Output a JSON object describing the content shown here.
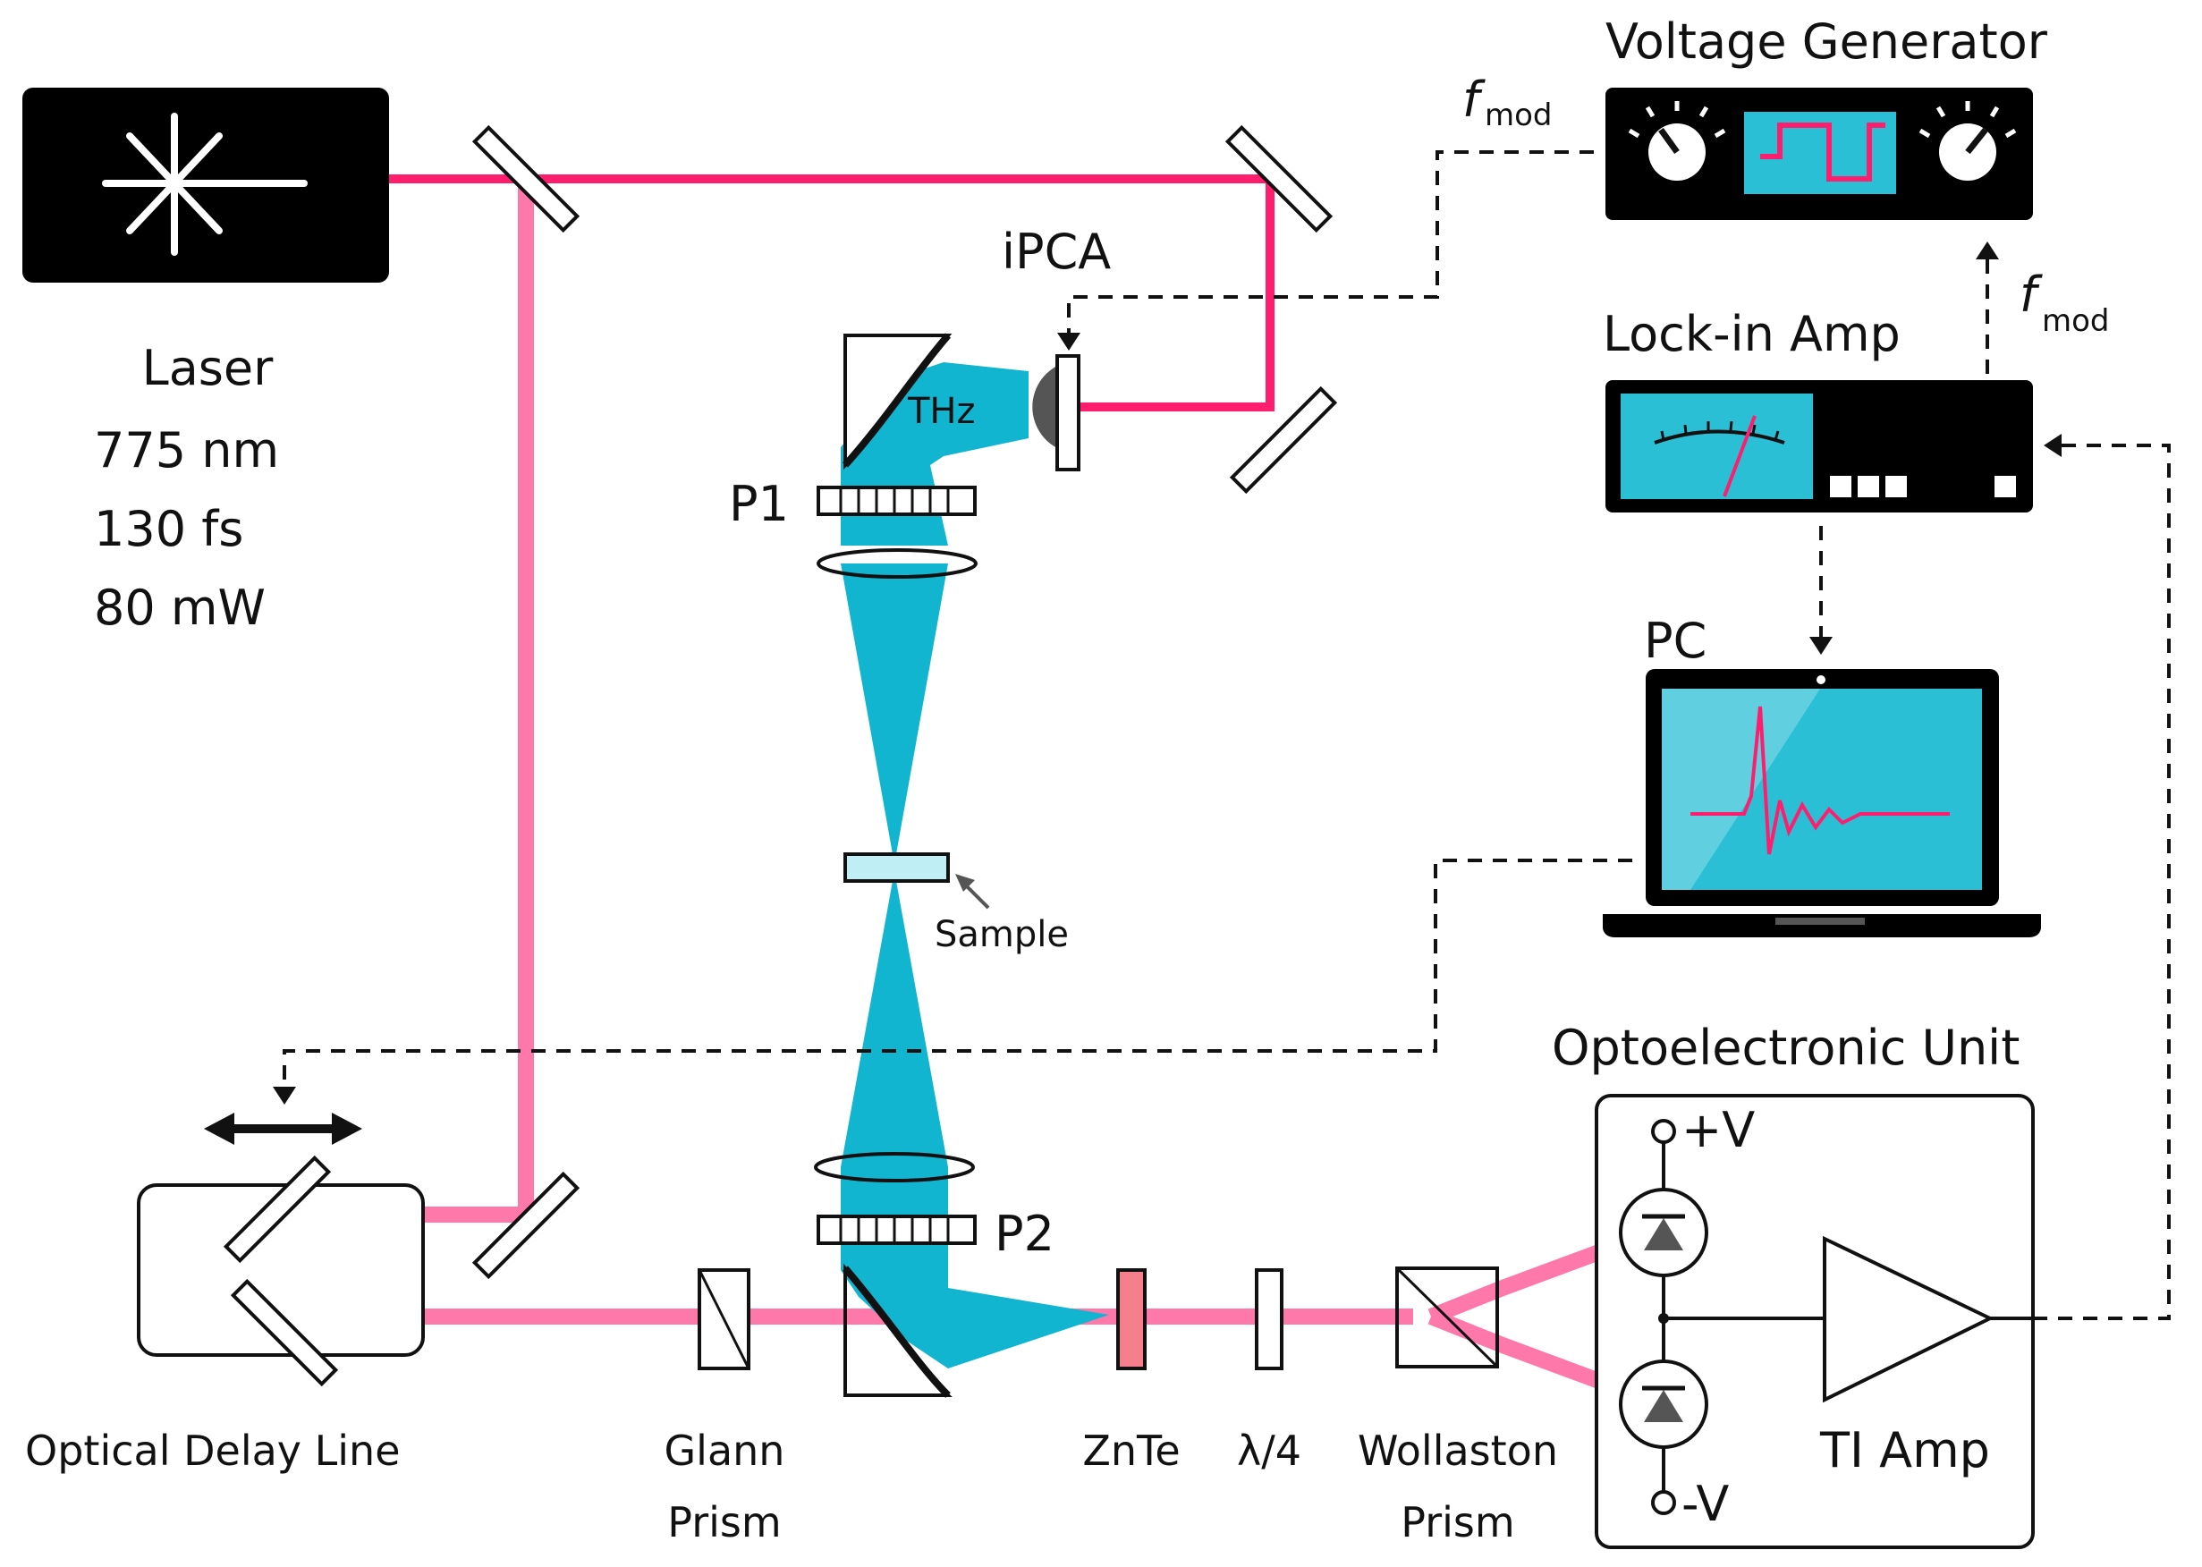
{
  "colors": {
    "pump_beam": "#ff1e6e",
    "probe_beam": "#ff78aa",
    "thz_beam": "#12b5d0",
    "sample": "#bfeef5",
    "znte": "#f57f8a",
    "screen": "#2bbfd6",
    "outline": "#111111"
  },
  "laser": {
    "title": "Laser",
    "specs": [
      "775 nm",
      "130 fs",
      "80 mW"
    ],
    "icon": "starburst-icon"
  },
  "labels": {
    "ipca": "iPCA",
    "thz": "THz",
    "p1": "P1",
    "p2": "P2",
    "sample": "Sample",
    "delay_line": "Optical Delay Line",
    "glann_1": "Glann",
    "glann_2": "Prism",
    "znte": "ZnTe",
    "quarter_wave": "λ/4",
    "wollaston_1": "Wollaston",
    "wollaston_2": "Prism"
  },
  "instruments": {
    "voltage_generator": "Voltage Generator",
    "lockin": "Lock-in Amp",
    "pc": "PC",
    "optoelectronic": "Optoelectronic Unit",
    "ti_amp": "TI Amp",
    "plus_v": "+V",
    "minus_v": "-V"
  },
  "signals": {
    "fmod_main": "f",
    "fmod_sub": "mod"
  }
}
